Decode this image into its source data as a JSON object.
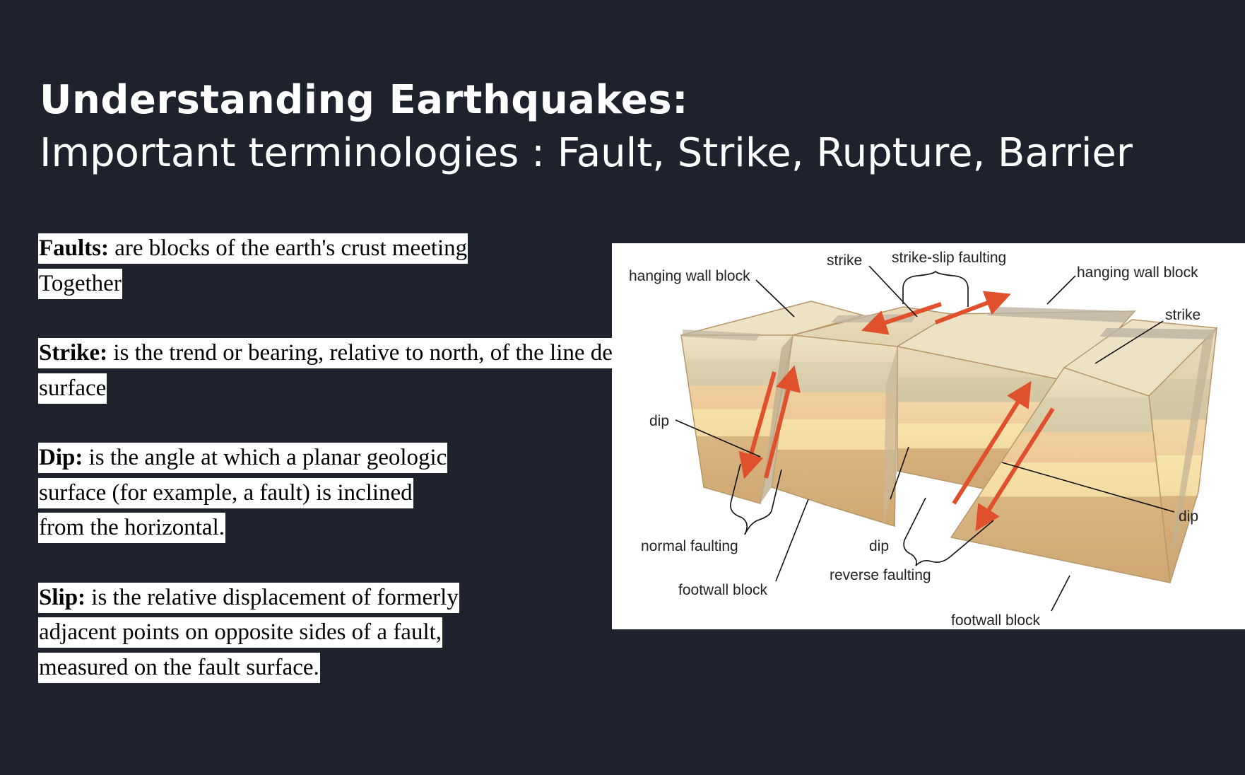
{
  "slide": {
    "title": "Understanding Earthquakes:",
    "subtitle": "Important terminologies : Fault, Strike, Rupture, Barrier"
  },
  "definitions": [
    {
      "term": "Faults:",
      "lines": [
        " are blocks of the earth's crust meeting",
        "Together"
      ]
    },
    {
      "term": "Strike:",
      "lines": [
        " is the trend or bearing, relative to north, of the line defined by the intersection of a planar geologic",
        "surface"
      ]
    },
    {
      "term": "Dip:",
      "lines": [
        " is the angle at which a planar geologic",
        "surface (for example, a fault) is inclined",
        "from the horizontal."
      ]
    },
    {
      "term": "Slip:",
      "lines": [
        " is the relative displacement of formerly",
        "adjacent points on opposite sides of a fault,",
        "measured on the fault surface."
      ]
    }
  ],
  "diagram": {
    "labels": {
      "hanging_wall_left": "hanging wall block",
      "strike_top": "strike",
      "strike_slip": "strike-slip faulting",
      "hanging_wall_right": "hanging wall block",
      "strike_right": "strike",
      "dip_left": "dip",
      "dip_right": "dip",
      "dip_center": "dip",
      "normal_faulting": "normal faulting",
      "footwall_left": "footwall block",
      "reverse_faulting": "reverse faulting",
      "footwall_right": "footwall block"
    },
    "colors": {
      "arrow": "#e0502c",
      "layer_top": "#ebdcbc",
      "layer_deep": "#d7b27e"
    }
  }
}
